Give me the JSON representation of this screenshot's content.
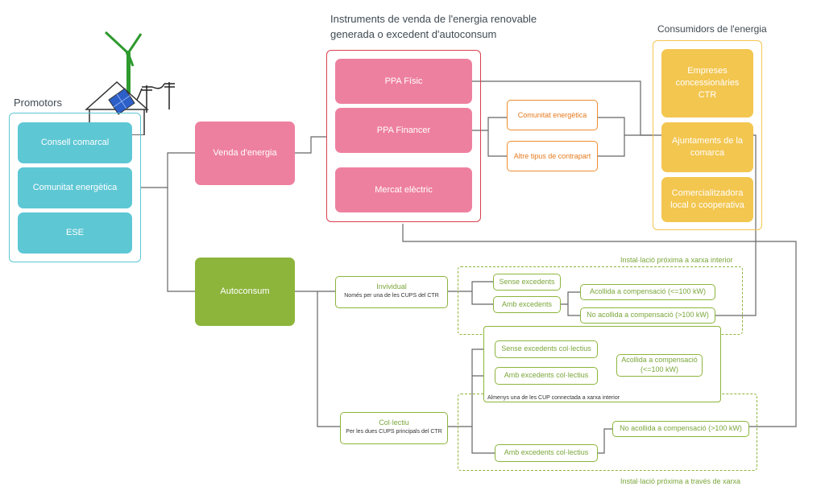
{
  "titles": {
    "promotors": "Promotors",
    "instruments_line1": "Instruments de venda de l'energia renovable",
    "instruments_line2": "generada o excedent d'autoconsum",
    "consumidors": "Consumidors de l'energia"
  },
  "promotors": [
    "Consell comarcal",
    "Comunitat energètica",
    "ESE"
  ],
  "main": {
    "venda": "Venda d'energia",
    "autoconsum": "Autoconsum"
  },
  "instruments": [
    "PPA Físic",
    "PPA Financer",
    "Mercat elèctric"
  ],
  "contraparts": [
    "Comunitat energètica",
    "Altre tipus de contrapart"
  ],
  "consumidors": [
    "Empreses concessionàries CTR",
    "Ajuntaments de la comarca",
    "Comercialitzadora local o cooperativa"
  ],
  "autoconsum": {
    "individual_title": "Invividual",
    "individual_sub": "Només per una de les CUPS del CTR",
    "collectiu_title": "Col·lectiu",
    "collectiu_sub": "Per les dues CUPS principals del CTR",
    "ind_sense": "Sense excedents",
    "ind_amb": "Amb excedents",
    "ind_acollida": "Acollida a compensació (<=100 kW)",
    "ind_no_acollida": "No acollida a compensació (>100 kW)",
    "col_sense": "Sense excedents col·lectius",
    "col_amb": "Amb excedents col·lectius",
    "col_acollida": "Acollida a compensació (<=100 kW)",
    "col_amb2": "Amb excedents col·lectius",
    "col_no_acollida": "No acollida a compensació (>100 kW)",
    "note_almenys": "Almenys una de les CUP connectada a xarxa interior",
    "label_interior": "Instal·lació próxima a xarxa interior",
    "label_xarxa": "Instal·lació próxima a través de xarxa"
  },
  "colors": {
    "teal": "#5ec7d4",
    "pink": "#ee809f",
    "yellow": "#f3c650",
    "green": "#8db53c",
    "orange": "#ef8c2e",
    "red_border": "#d9404f",
    "line": "#666666"
  },
  "icons": [
    "house-solar-icon",
    "wind-turbine-icon",
    "power-pole-icon"
  ]
}
